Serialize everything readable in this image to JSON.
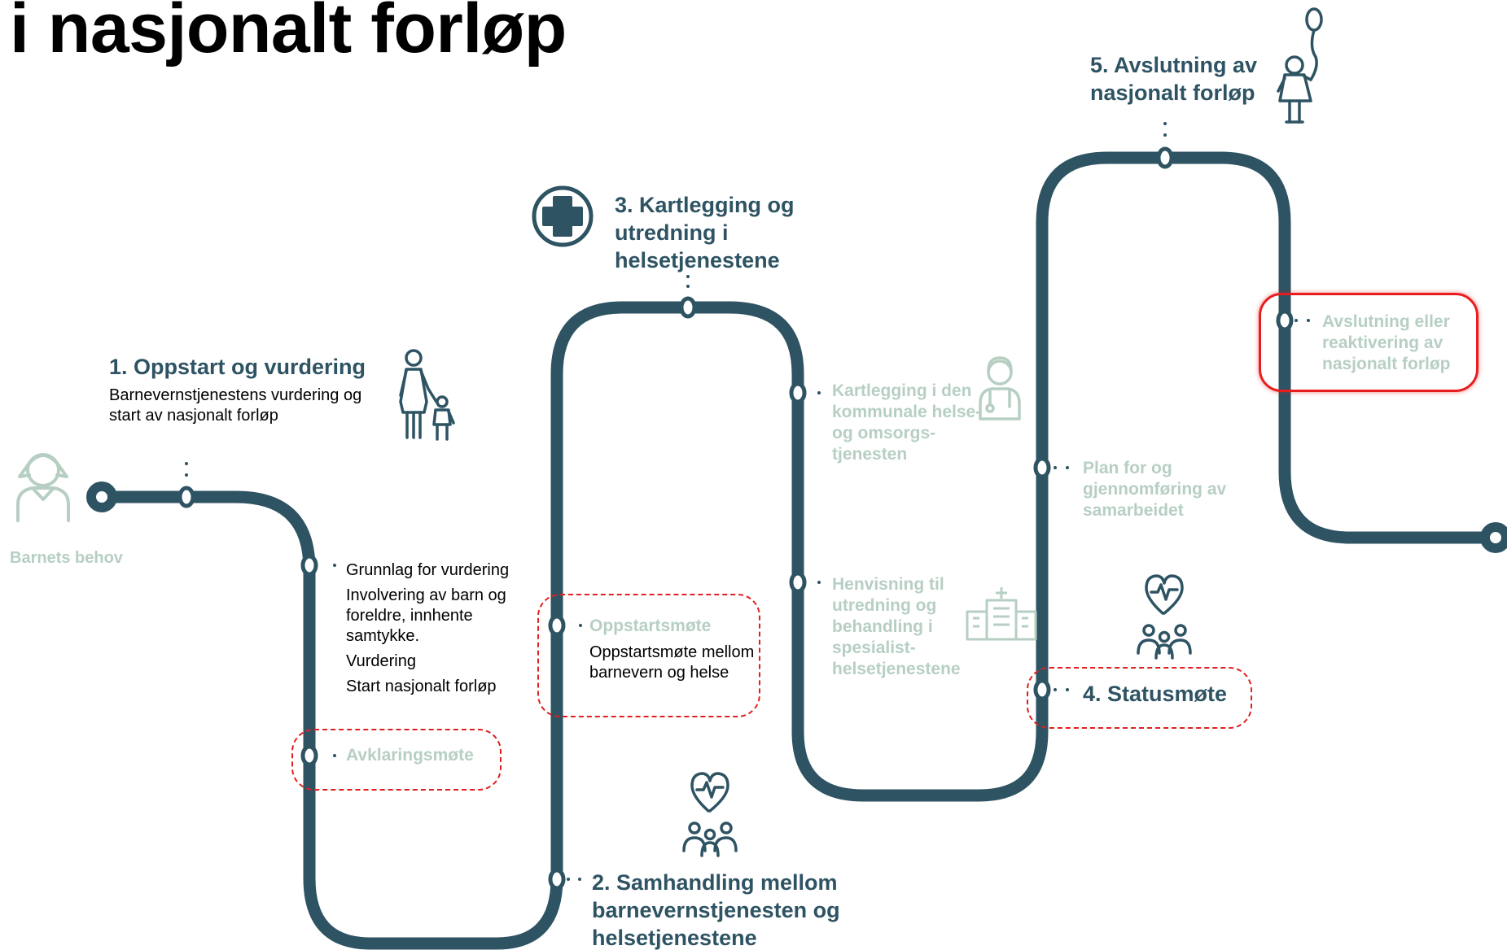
{
  "title": "i nasjonalt forløp",
  "colors": {
    "track": "#2e5363",
    "faded": "#b7cfc3",
    "highlight": "#e02020"
  },
  "start": {
    "label": "Barnets behov",
    "icon": "girl-icon"
  },
  "phase1": {
    "title": "1. Oppstart og vurdering",
    "subtitle": "Barnevernstjenestens vurdering og start av nasjonalt forløp",
    "icon": "parent-and-child-icon",
    "items": [
      "Grunnlag for vurdering",
      "Involvering av barn og foreldre, innhente samtykke.",
      "Vurdering",
      "Start nasjonalt forløp"
    ],
    "meeting": "Avklaringsmøte"
  },
  "phase2": {
    "title": "2. Samhandling mellom barnevernstjenesten og helsetjenestene",
    "icon": "heart-and-people-icon",
    "meeting_title": "Oppstartsmøte",
    "meeting_text": "Oppstartsmøte mellom barnevern og helse"
  },
  "phase3": {
    "title": "3. Kartlegging og utredning i helsetjenestene",
    "icon": "medical-cross-icon",
    "step1": "Kartlegging i den kommunale helse- og omsorgs-tjenesten",
    "step1_icon": "doctor-icon",
    "step2": "Henvisning til utredning og behandling i spesialist-helsetjenestene",
    "step2_icon": "hospital-icon"
  },
  "phase4": {
    "plan": "Plan for og gjennomføring av samarbeidet",
    "title": "4. Statusmøte",
    "icon": "heart-and-people-icon"
  },
  "phase5": {
    "title": "5. Avslutning av nasjonalt forløp",
    "icon": "child-with-balloon-icon",
    "end_label": "Avslutning eller reaktivering av nasjonalt forløp"
  }
}
